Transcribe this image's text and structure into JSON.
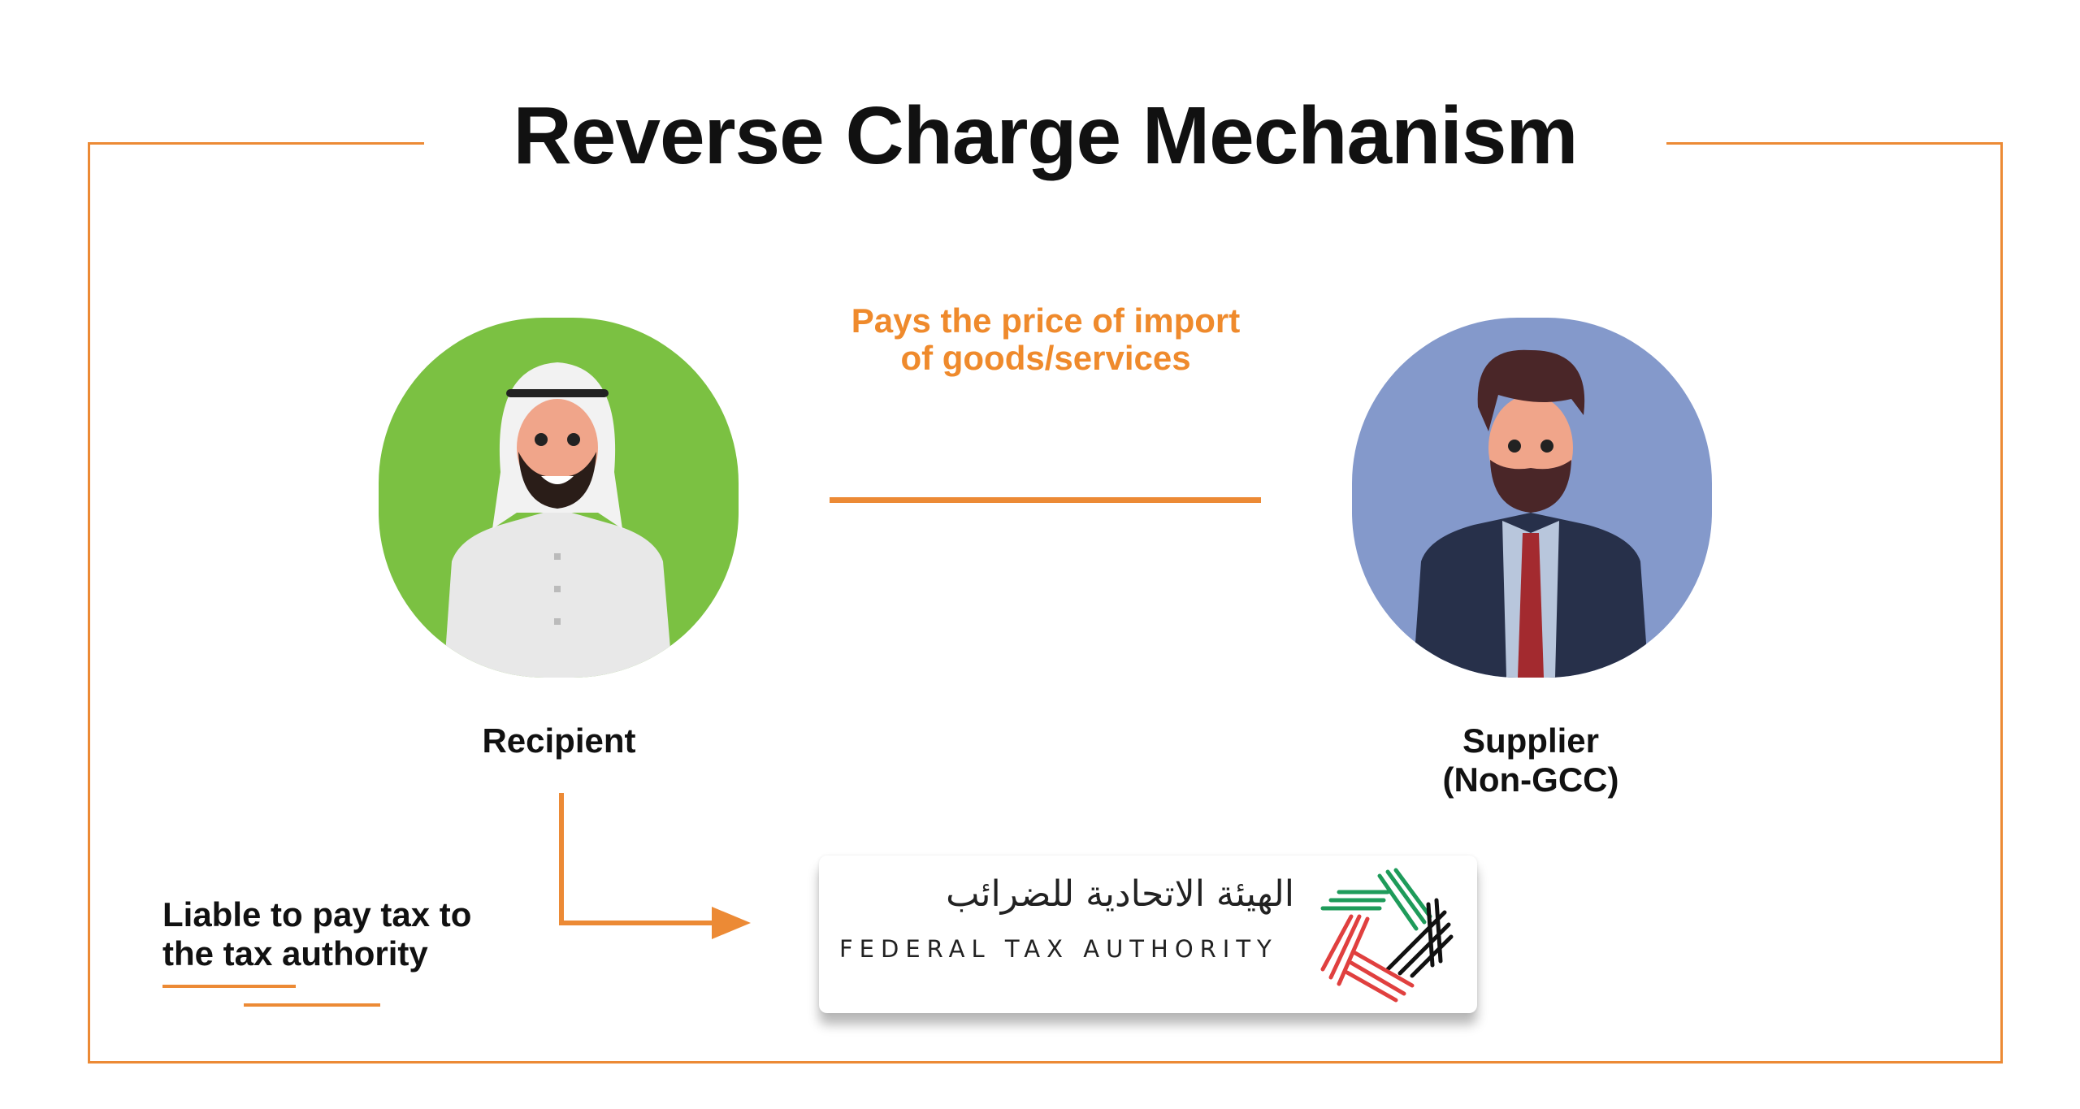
{
  "title": "Reverse Charge Mechanism",
  "flow_label": [
    "Pays the price of import",
    "of goods/services"
  ],
  "recipient": {
    "label": "Recipient"
  },
  "supplier": {
    "label": [
      "Supplier",
      "(Non-GCC)"
    ]
  },
  "liability_note": [
    "Liable to pay tax to",
    "the tax authority"
  ],
  "logo": {
    "arabic": "الهيئة الاتحادية للضرائب",
    "english": "FEDERAL TAX AUTHORITY"
  },
  "colors": {
    "accent": "#ec8a35",
    "recipient_bg": "#7bc142",
    "supplier_bg": "#8499cb"
  }
}
